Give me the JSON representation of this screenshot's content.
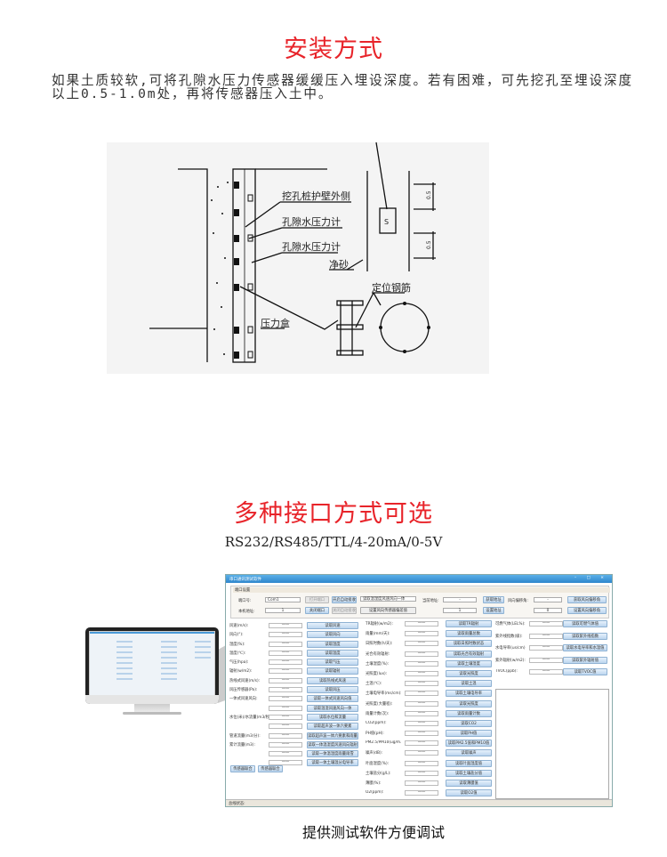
{
  "section1": {
    "title": "安装方式",
    "paragraph": "如果土质较软,可将孔隙水压力传感器缓缓压入埋设深度。若有困难，可先挖孔至埋设深度以上0.5-1.0m处，再将传感器压入土中。",
    "diagram": {
      "labels": [
        "挖孔桩护壁外侧",
        "孔隙水压力计",
        "孔隙水压力计",
        "净砂",
        "定位钢筋",
        "压力盒"
      ],
      "sensor_mark": "S",
      "dimension": "0.5"
    }
  },
  "section2": {
    "title": "多种接口方式可选",
    "interfaces": "RS232/RS485/TTL/4-20mA/0-5V",
    "caption": "提供测试软件方便调试"
  },
  "software": {
    "window_title": "串口通讯测试软件",
    "window_controls": "– □ ×",
    "group_title": "端口设置",
    "port_label": "端口号:",
    "port_value": "Com1",
    "local_addr_label": "本机地址:",
    "local_addr_value": "1",
    "open_port": "打开端口",
    "close_port": "关闭端口",
    "start_auto": "开启自动接收",
    "stop_auto": "关闭自动接收",
    "mode_select": "读取温湿度风速风向一体",
    "set_wind": "设置风向传感器偏差值",
    "cur_addr_label": "当前地址:",
    "cur_addr_value": "-",
    "new_addr_value": "1",
    "get_addr": "获取地址",
    "set_addr": "设置地址",
    "wind_offset_label": "风向偏移角:",
    "wind_offset_value": "-",
    "wind_offset_set": "0",
    "get_offset": "获取风向偏移角",
    "set_offset": "设置风向偏移角",
    "empty_value": "——",
    "col1": [
      {
        "label": "风速(m/s):",
        "button": "读取风速"
      },
      {
        "label": "风向(°):",
        "button": "读取风向"
      },
      {
        "label": "湿度(%):",
        "button": "读取湿度"
      },
      {
        "label": "温度(℃):",
        "button": "读取温度"
      },
      {
        "label": "气压(hpa):",
        "button": "读取气压"
      },
      {
        "label": "辐射(w/m2):",
        "button": "读取辐射"
      },
      {
        "label": "热线式风速(m/s):",
        "button": "读取热线式风速"
      },
      {
        "label": "风压传感器(Pa):",
        "button": "读取风压"
      },
      {
        "label": "一体式风速风向:",
        "button": "读取一体式风速风向值"
      },
      {
        "label": "",
        "button": "读取温湿风速风向一体"
      },
      {
        "label": "水位(米)/水流量(m3/秒):",
        "button": "读取水位和流量"
      },
      {
        "label": "",
        "button": "读取超声波一体六要素"
      },
      {
        "label": "管道流量(m3/分):",
        "button": "读取超声波一体六要素和雨量计"
      },
      {
        "label": "累计流量(m3):",
        "button": "读取一体温湿度风速风向辐射"
      },
      {
        "label": "",
        "button": "读取一体温湿度雨量雨雪"
      },
      {
        "label": "",
        "button": "读取一体土壤温分电导率"
      }
    ],
    "bottom_buttons": [
      "传感器联合",
      "传感器联合"
    ],
    "col2": [
      {
        "label": "TR辐射(w/m2):",
        "button": "读取TR辐射"
      },
      {
        "label": "雨量(mm/天):",
        "button": "读取雨量总数"
      },
      {
        "label": "日照时数(h/天):",
        "button": "读取日照时数状态"
      },
      {
        "label": "光合有效辐射:",
        "button": "读取光合有效辐射"
      },
      {
        "label": "土壤湿度(%):",
        "button": "读取土壤湿度"
      },
      {
        "label": "光照度(lux):",
        "button": "读取光照度"
      },
      {
        "label": "土温(℃):",
        "button": "读取土温"
      },
      {
        "label": "土壤电导率(ms/cm):",
        "button": "读取土壤电导率"
      },
      {
        "label": "光照度(大量程):",
        "button": "读取光照度"
      },
      {
        "label": "雨量计数(次):",
        "button": "读取雨量计数"
      },
      {
        "label": "CO2(ppm):",
        "button": "读取CO2"
      },
      {
        "label": "PH值(pH):",
        "button": "读取PH值"
      },
      {
        "label": "PM2.5/PM10(ug/m3):",
        "button": "读取PM2.5值和PM10值"
      },
      {
        "label": "噪声(dB):",
        "button": "读取噪声"
      },
      {
        "label": "叶面湿度(%):",
        "button": "读取叶面湿度值"
      },
      {
        "label": "土壤盐分(g/L):",
        "button": "读取土壤盐分值"
      },
      {
        "label": "薄膜(%):",
        "button": "读取薄膜值"
      },
      {
        "label": "O2(ppm):",
        "button": "读取O2值"
      }
    ],
    "col3": [
      {
        "label": "可燃气体(LEL%):",
        "button": "读取可燃气体值"
      },
      {
        "label": "紫外线指数(级):",
        "button": "读取紫外线指数"
      },
      {
        "label": "水电导率(us/cm):",
        "button": "读取水电导率和水温值"
      },
      {
        "label": "紫外辐射(w/m2):",
        "button": "读取紫外辐射值"
      },
      {
        "label": "TVOC(ppb):",
        "button": "读取TVOC值"
      }
    ],
    "status_label": "总线状态:"
  }
}
